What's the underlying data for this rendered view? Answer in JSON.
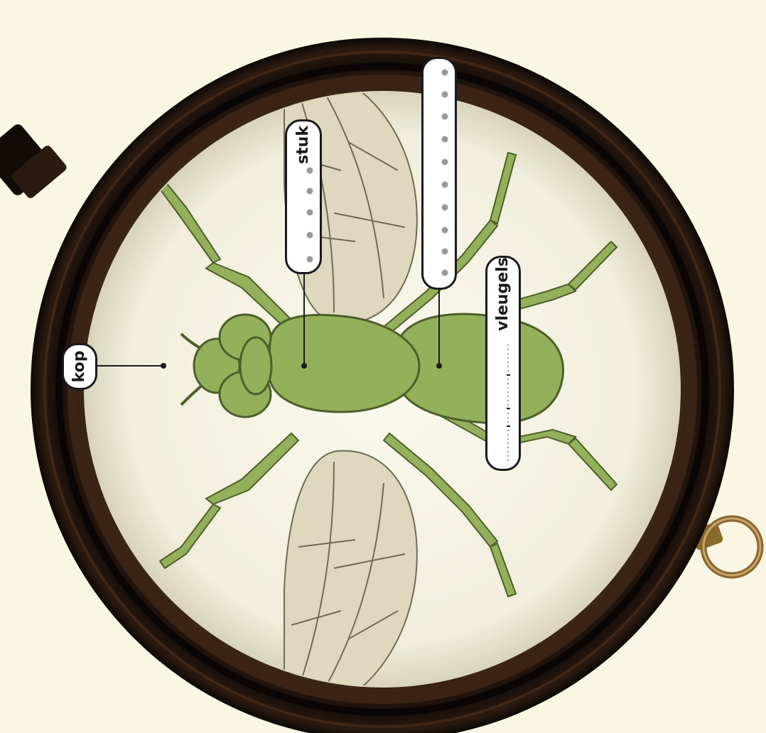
{
  "labels": {
    "kop": "kop",
    "stuk": "stuk",
    "vleugels": "vleugels"
  },
  "colors": {
    "background": "#fbf6e3",
    "body_green": "#93b15a",
    "body_outline": "#4c5f2a",
    "wing_fill": "#e0d8be",
    "frame_dark": "#1c120c",
    "lens": "#f7f4e6"
  },
  "icons": {
    "pendant_ring": "ring-icon",
    "frame": "magnifier-frame-icon"
  }
}
